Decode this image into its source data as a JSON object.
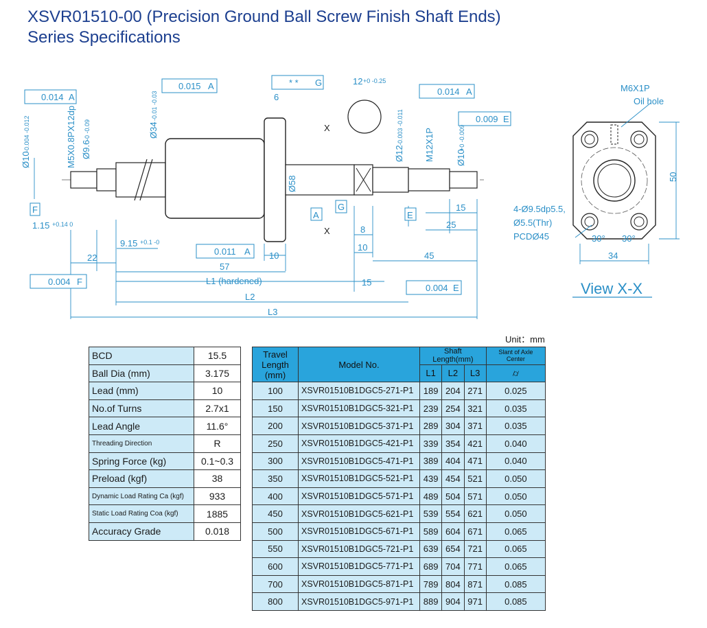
{
  "title": {
    "line1": "XSVR01510-00 (Precision Ground Ball Screw Finish Shaft Ends)",
    "line2": "Series Specifications"
  },
  "drawing": {
    "callouts": {
      "tol_a1": "0.014",
      "tol_a1_ref": "A",
      "tol_a2": "0.015",
      "tol_a2_ref": "A",
      "tol_g": "* *",
      "tol_g_ref": "G",
      "tol_a3": "0.014",
      "tol_a3_ref": "A",
      "tol_e": "0.009",
      "tol_e_ref": "E",
      "tol_perp_a": "0.011",
      "tol_perp_a_ref": "A",
      "tol_perp_f": "0.004",
      "tol_perp_f_ref": "F",
      "tol_perp_e": "0.004",
      "tol_perp_e_ref": "E"
    },
    "labels": {
      "d10": "Ø10",
      "d10_tol": "-0.004 -0.012",
      "m5": "M5X0.8PX12dp",
      "d96": "Ø9.6",
      "d96_tol": "-0 -0.09",
      "d34": "Ø34",
      "d34_tol": "-0.01 -0.03",
      "d58": "Ø58",
      "d12": "Ø12",
      "d12_tol": "-0.003 -0.011",
      "m12": "M12X1P",
      "d10b": "Ø10",
      "d10b_tol": "+0 -0.009",
      "dim6": "6",
      "dim12": "12",
      "dim12_tol": "+0 -0.25",
      "x1": "X",
      "x2": "X",
      "datum_f": "F",
      "datum_a": "A",
      "datum_g": "G",
      "datum_e": "E",
      "dim115": "1.15",
      "dim115_tol": "+0.14 0",
      "dim915": "9.15",
      "dim915_tol": "+0.1 -0",
      "dim22": "22",
      "dim57": "57",
      "dim10a": "10",
      "dim8": "8",
      "dim10b": "10",
      "dim15a": "15",
      "dim25": "25",
      "dim45": "45",
      "dim15b": "15",
      "l1": "L1 (hardened)",
      "l2": "L2",
      "l3": "L3"
    },
    "view": {
      "m6": "M6X1P",
      "oil": "Oil hole",
      "holes": "4-Ø9.5dp5.5,",
      "thr": "Ø5.5(Thr)",
      "pcd": "PCDØ45",
      "a30a": "30°",
      "a30b": "30°",
      "dim50": "50",
      "dim34": "34",
      "caption": "View X-X"
    }
  },
  "unit_label": "Unit：mm",
  "spec_table": [
    {
      "label": "BCD",
      "value": "15.5",
      "small": false
    },
    {
      "label": "Ball Dia (mm)",
      "value": "3.175",
      "small": false
    },
    {
      "label": "Lead (mm)",
      "value": "10",
      "small": false
    },
    {
      "label": "No.of Turns",
      "value": "2.7x1",
      "small": false
    },
    {
      "label": "Lead Angle",
      "value": "11.6°",
      "small": false
    },
    {
      "label": "Threading Direction",
      "value": "R",
      "small": true
    },
    {
      "label": "Spring Force (kg)",
      "value": "0.1~0.3",
      "small": false
    },
    {
      "label": "Preload (kgf)",
      "value": "38",
      "small": false
    },
    {
      "label": "Dynamic Load Rating Ca (kgf)",
      "value": "933",
      "small": true
    },
    {
      "label": "Static Load Rating Coa (kgf)",
      "value": "1885",
      "small": true
    },
    {
      "label": "Accuracy Grade",
      "value": "0.018",
      "small": false
    }
  ],
  "model_table": {
    "headers": {
      "travel": "Travel Length (mm)",
      "model": "Model No.",
      "shaft": "Shaft Length(mm)",
      "slant": "Slant of Axle Center",
      "l1": "L1",
      "l2": "L2",
      "l3": "L3",
      "slant_sym": "⌭"
    },
    "rows": [
      {
        "travel": "100",
        "model": "XSVR01510B1DGC5-271-P1",
        "l1": "189",
        "l2": "204",
        "l3": "271",
        "slant": "0.025"
      },
      {
        "travel": "150",
        "model": "XSVR01510B1DGC5-321-P1",
        "l1": "239",
        "l2": "254",
        "l3": "321",
        "slant": "0.035"
      },
      {
        "travel": "200",
        "model": "XSVR01510B1DGC5-371-P1",
        "l1": "289",
        "l2": "304",
        "l3": "371",
        "slant": "0.035"
      },
      {
        "travel": "250",
        "model": "XSVR01510B1DGC5-421-P1",
        "l1": "339",
        "l2": "354",
        "l3": "421",
        "slant": "0.040"
      },
      {
        "travel": "300",
        "model": "XSVR01510B1DGC5-471-P1",
        "l1": "389",
        "l2": "404",
        "l3": "471",
        "slant": "0.040"
      },
      {
        "travel": "350",
        "model": "XSVR01510B1DGC5-521-P1",
        "l1": "439",
        "l2": "454",
        "l3": "521",
        "slant": "0.050"
      },
      {
        "travel": "400",
        "model": "XSVR01510B1DGC5-571-P1",
        "l1": "489",
        "l2": "504",
        "l3": "571",
        "slant": "0.050"
      },
      {
        "travel": "450",
        "model": "XSVR01510B1DGC5-621-P1",
        "l1": "539",
        "l2": "554",
        "l3": "621",
        "slant": "0.050"
      },
      {
        "travel": "500",
        "model": "XSVR01510B1DGC5-671-P1",
        "l1": "589",
        "l2": "604",
        "l3": "671",
        "slant": "0.065"
      },
      {
        "travel": "550",
        "model": "XSVR01510B1DGC5-721-P1",
        "l1": "639",
        "l2": "654",
        "l3": "721",
        "slant": "0.065"
      },
      {
        "travel": "600",
        "model": "XSVR01510B1DGC5-771-P1",
        "l1": "689",
        "l2": "704",
        "l3": "771",
        "slant": "0.065"
      },
      {
        "travel": "700",
        "model": "XSVR01510B1DGC5-871-P1",
        "l1": "789",
        "l2": "804",
        "l3": "871",
        "slant": "0.085"
      },
      {
        "travel": "800",
        "model": "XSVR01510B1DGC5-971-P1",
        "l1": "889",
        "l2": "904",
        "l3": "971",
        "slant": "0.085"
      }
    ]
  }
}
